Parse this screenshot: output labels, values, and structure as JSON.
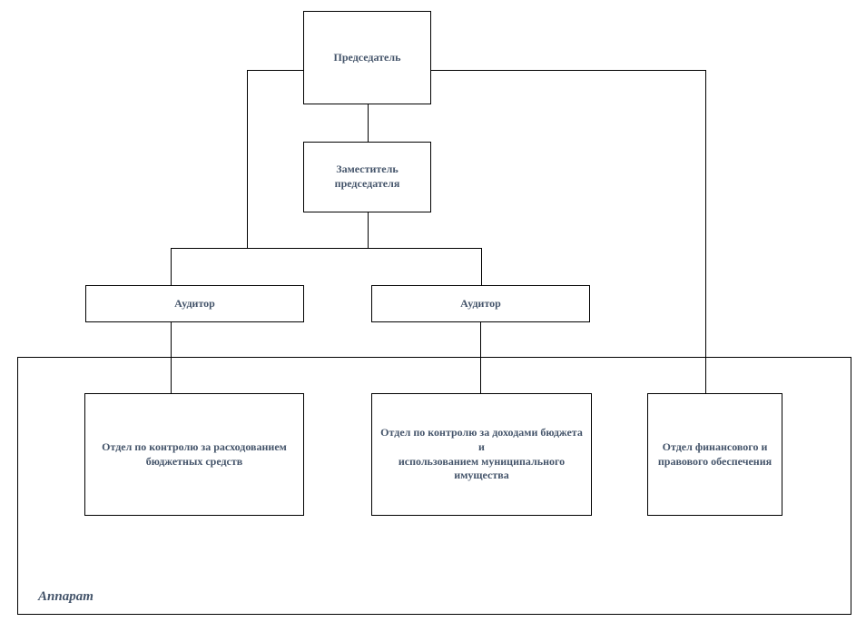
{
  "diagram": {
    "type": "org-chart",
    "colors": {
      "background": "#FFFFFF",
      "node_text": "#44546A",
      "line": "#000000"
    },
    "nodes": [
      {
        "id": "chairman",
        "label": "Председатель"
      },
      {
        "id": "deputy-chairman",
        "label": "Заместитель\nпредседателя"
      },
      {
        "id": "auditor-1",
        "label": "Аудитор"
      },
      {
        "id": "auditor-2",
        "label": "Аудитор"
      },
      {
        "id": "dept-budget-spending",
        "label": "Отдел по контролю за расходованием\nбюджетных средств"
      },
      {
        "id": "dept-budget-revenue",
        "label": "Отдел по контролю за доходами бюджета и\nиспользованием муниципального\nимущества"
      },
      {
        "id": "dept-finance-legal",
        "label": "Отдел финансового и\nправового обеспечения"
      }
    ],
    "group": {
      "id": "apparatus",
      "label": "Аппарат"
    }
  }
}
